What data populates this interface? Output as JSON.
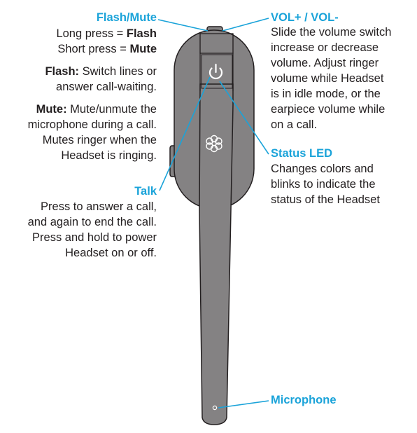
{
  "colors": {
    "accent": "#1aa3d9",
    "body": "#848283",
    "outline": "#231f20",
    "text": "#231f20"
  },
  "icons": {
    "power": "power-icon",
    "logo": "flower-logo-icon"
  },
  "flash_mute": {
    "title": "Flash/Mute",
    "long_press": "Long press = ",
    "long_press_action": "Flash",
    "short_press": "Short press = ",
    "short_press_action": "Mute",
    "flash_label": "Flash:",
    "flash_desc_1": " Switch lines or",
    "flash_desc_2": "answer call-waiting.",
    "mute_label": "Mute:",
    "mute_desc_1": " Mute/unmute the",
    "mute_desc_2": "microphone during a call.",
    "mute_desc_3": "Mutes ringer when the",
    "mute_desc_4": "Headset is ringing."
  },
  "talk": {
    "title": "Talk",
    "lines": [
      "Press to answer a call,",
      "and again to end the call.",
      "Press and hold to power",
      "Headset on or off."
    ]
  },
  "volume": {
    "title": "VOL+ / VOL-",
    "lines": [
      "Slide the volume switch",
      "increase or decrease",
      "volume. Adjust ringer",
      "volume while Headset",
      "is in idle mode, or the",
      "earpiece volume while",
      "on a call."
    ]
  },
  "status_led": {
    "title": "Status LED",
    "lines": [
      "Changes colors and",
      "blinks to indicate the",
      "status of the Headset"
    ]
  },
  "microphone": {
    "title": "Microphone"
  }
}
